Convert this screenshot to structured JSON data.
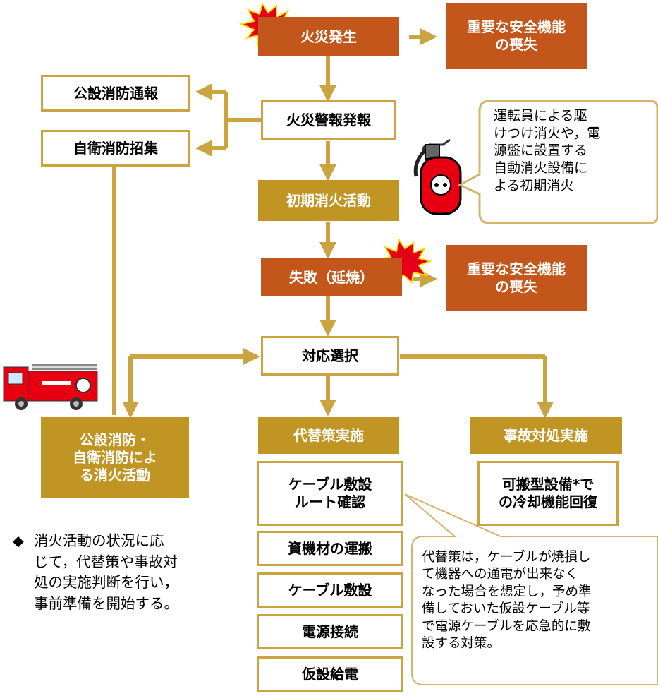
{
  "colors": {
    "connector": "#c9a441",
    "accent_orange": "#c2561b",
    "accent_gold": "#c09524",
    "box_border": "#c9a441"
  },
  "nodes": {
    "fire_outbreak": "火災発生",
    "safety_loss_1": "重要な安全機能\nの喪失",
    "public_fire_report": "公設消防通報",
    "fire_alarm": "火災警報発報",
    "self_defense_call": "自衛消防招集",
    "initial_firefighting": "初期消火活動",
    "failure_spread": "失敗（延焼）",
    "safety_loss_2": "重要な安全機能\nの喪失",
    "response_selection": "対応選択",
    "firefighting_activity": "公設消防・\n自衛消防によ\nる消火活動",
    "alternative_measures": "代替策実施",
    "accident_response": "事故対処実施",
    "cable_route": "ケーブル敷設\nルート確認",
    "portable_cooling": "可搬型設備*で\nの冷却機能回復",
    "materials_transport": "資機材の運搬",
    "cable_laying": "ケーブル敷設",
    "power_connection": "電源接続",
    "temp_power_supply": "仮設給電"
  },
  "callouts": {
    "initial_extinguish": "運転員による駆\nけつけ消火や，電\n源盤に設置する\n自動消火設備に\nよる初期消火",
    "alternative_explanation": "代替策は，ケーブルが焼損し\nて機器への通電が出来なく\nなった場合を想定し，予め準\n備しておいた仮設ケーブル等\nで電源ケーブルを応急的に敷\n設する対策。"
  },
  "note": {
    "bullet": "◆",
    "text": "消火活動の状況に応\nじて，代替策や事故対\n処の実施判断を行い，\n事前準備を開始する。"
  },
  "icons": [
    "explosion-icon",
    "fire-extinguisher-icon",
    "fire-truck-icon"
  ]
}
